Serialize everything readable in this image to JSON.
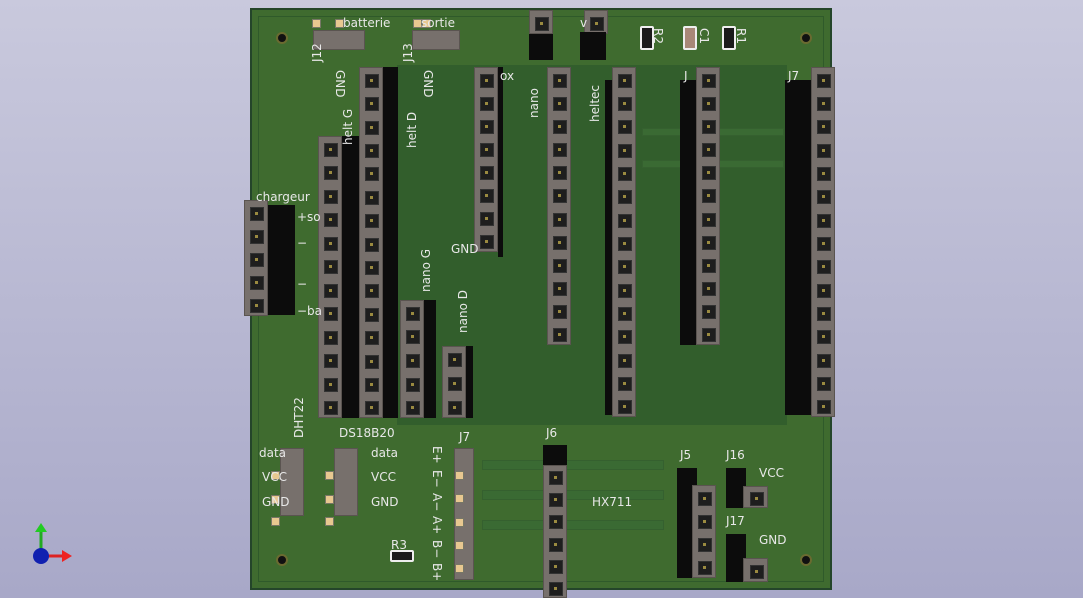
{
  "labels": {
    "j12": "J12",
    "batterie": "batterie",
    "j13": "J13",
    "sortie": "sortie",
    "gnd_left": "GND",
    "gnd_mid": "GND",
    "helt_g": "helt G",
    "helt_d": "helt D",
    "ox": "ox",
    "nano": "nano",
    "heltec": "heltec",
    "j_unk": "J",
    "j7_big": "J7",
    "v": "v",
    "r2": "R2",
    "c1": "C1",
    "r1": "R1",
    "chargeur": "chargeur",
    "plus_so": "+so",
    "minus1": "−",
    "minus2": "−",
    "minus_ba": "−ba",
    "gnd_box": "GND",
    "nano_g": "nano G",
    "nano_d": "nano D",
    "dht22": "DHT22",
    "dht_data": "data",
    "dht_vcc": "VCC",
    "dht_gnd": "GND",
    "ds18b20": "DS18B20",
    "ds_data": "data",
    "ds_vcc": "VCC",
    "ds_gnd": "GND",
    "j7": "J7",
    "e_plus": "E+",
    "e_minus": "E−",
    "a_minus": "A−",
    "a_plus": "A+",
    "b_minus": "B−",
    "b_plus": "B+",
    "j6": "J6",
    "hx711": "HX711",
    "j5": "J5",
    "j16": "J16",
    "vcc16": "VCC",
    "j17": "J17",
    "gnd17": "GND",
    "r3": "R3"
  },
  "colors": {
    "board": "#3f6b2f",
    "silkscreen": "#e8e8e8",
    "header": "#77706c"
  }
}
